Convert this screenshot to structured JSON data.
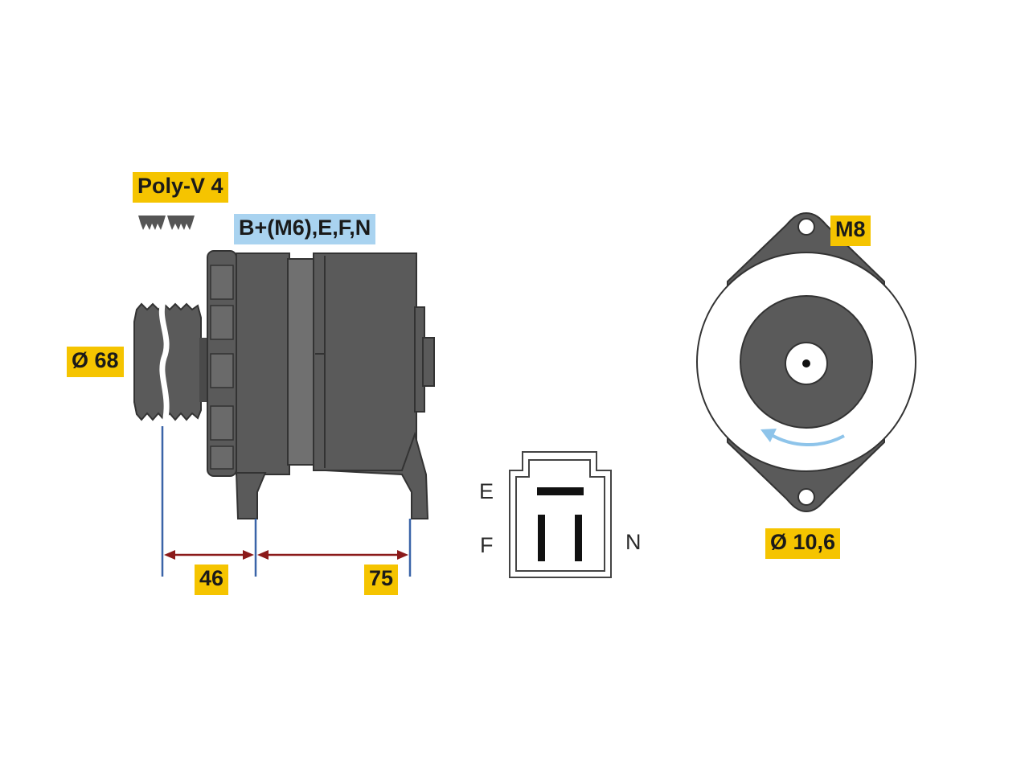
{
  "labels": {
    "belt": "Poly-V 4",
    "terminals": "B+(M6),E,F,N",
    "pulley_diameter": "Ø 68",
    "dim_left": "46",
    "dim_right": "75",
    "thread": "M8",
    "hole_diameter": "Ø 10,6",
    "pin_e": "E",
    "pin_f": "F",
    "pin_n": "N"
  },
  "colors": {
    "label_yellow": "#f5c400",
    "label_blue": "#a9d3f0",
    "body_gray": "#5a5a5a",
    "dimension_red": "#8b1a1a",
    "dimension_blue": "#3a64a8",
    "arrow_blue": "#8ec4ea"
  }
}
